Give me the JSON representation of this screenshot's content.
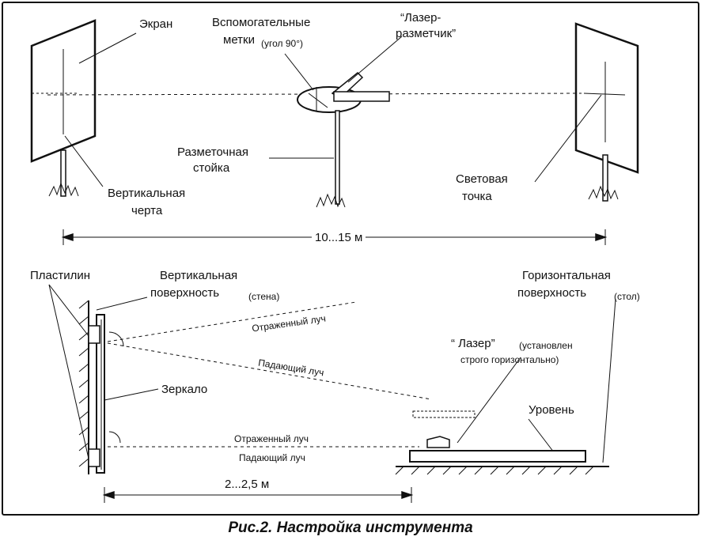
{
  "labels": {
    "screen": "Экран",
    "aux_marks": "Вспомогательные",
    "aux_marks2": "метки",
    "angle90": "(угол 90°)",
    "laser_marker1": "“Лазер-",
    "laser_marker2": "разметчик”",
    "marking_stand1": "Разметочная",
    "marking_stand2": "стойка",
    "vertical_line1": "Вертикальная",
    "vertical_line2": "черта",
    "light_spot1": "Световая",
    "light_spot2": "точка",
    "distance_top": "10...15 м",
    "plasticine": "Пластилин",
    "vertical_surface1": "Вертикальная",
    "vertical_surface2": "поверхность",
    "wall": "(стена)",
    "horizontal_surface1": "Горизонтальная",
    "horizontal_surface2": "поверхность",
    "table": "(стол)",
    "reflected_beam_top": "Отраженный луч",
    "incident_beam_top": "Падающий луч",
    "laser_quote": "“ Лазер”",
    "laser_installed": "(установлен",
    "strictly_horizontal": "строго горизонтально)",
    "mirror": "Зеркало",
    "level": "Уровень",
    "reflected_beam_bottom": "Отраженный луч",
    "incident_beam_bottom": "Падающий луч",
    "distance_bottom": "2...2,5 м"
  },
  "caption": "Рис.2. Настройка инструмента"
}
